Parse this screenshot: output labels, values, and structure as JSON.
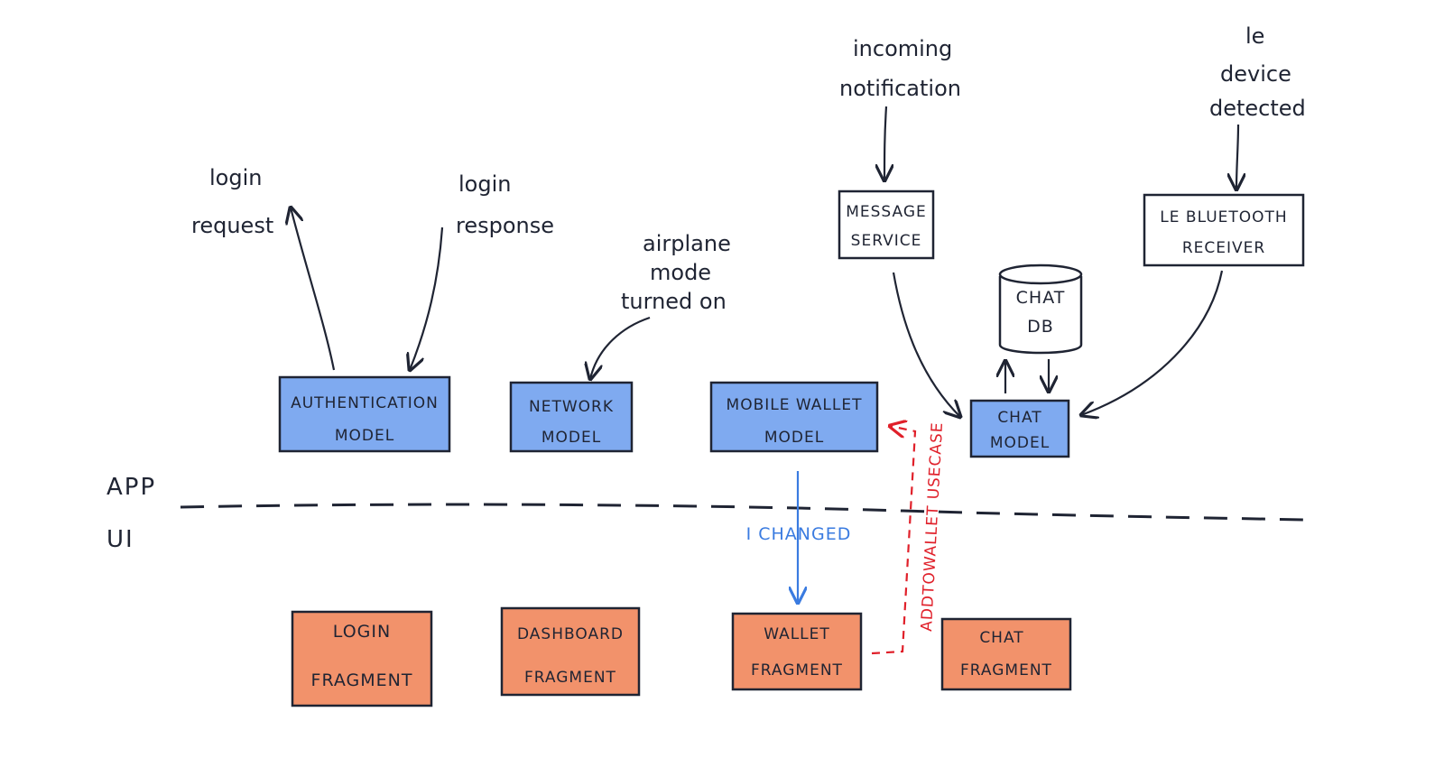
{
  "layers": {
    "app": "APP",
    "ui": "UI"
  },
  "external_events": {
    "login_request": [
      "login",
      "request"
    ],
    "login_response": [
      "login",
      "response"
    ],
    "airplane": [
      "airplane",
      "mode",
      "turned on"
    ],
    "incoming_notification": [
      "incoming",
      "notification"
    ],
    "le_device": [
      "le",
      "device",
      "detected"
    ]
  },
  "services": {
    "message_service": [
      "MESSAGE",
      "SERVICE"
    ],
    "le_bluetooth_receiver": [
      "LE BLUETOOTH",
      "RECEIVER"
    ],
    "chat_db": [
      "CHAT",
      "DB"
    ]
  },
  "models": {
    "authentication": [
      "AUTHENTICATION",
      "MODEL"
    ],
    "network": [
      "NETWORK",
      "MODEL"
    ],
    "mobile_wallet": [
      "MOBILE WALLET",
      "MODEL"
    ],
    "chat": [
      "CHAT",
      "MODEL"
    ]
  },
  "fragments": {
    "login": [
      "LOGIN",
      "FRAGMENT"
    ],
    "dashboard": [
      "DASHBOARD",
      "FRAGMENT"
    ],
    "wallet": [
      "WALLET",
      "FRAGMENT"
    ],
    "chat": [
      "CHAT",
      "FRAGMENT"
    ]
  },
  "edge_labels": {
    "changed": "I CHANGED",
    "add_to_wallet": "ADDTOWALLET USECASE"
  },
  "colors": {
    "model_fill": "#7faaf0",
    "fragment_fill": "#f2926b",
    "ink": "#1f2433",
    "blue_arrow": "#3a7be0",
    "red_arrow": "#e0202a"
  }
}
